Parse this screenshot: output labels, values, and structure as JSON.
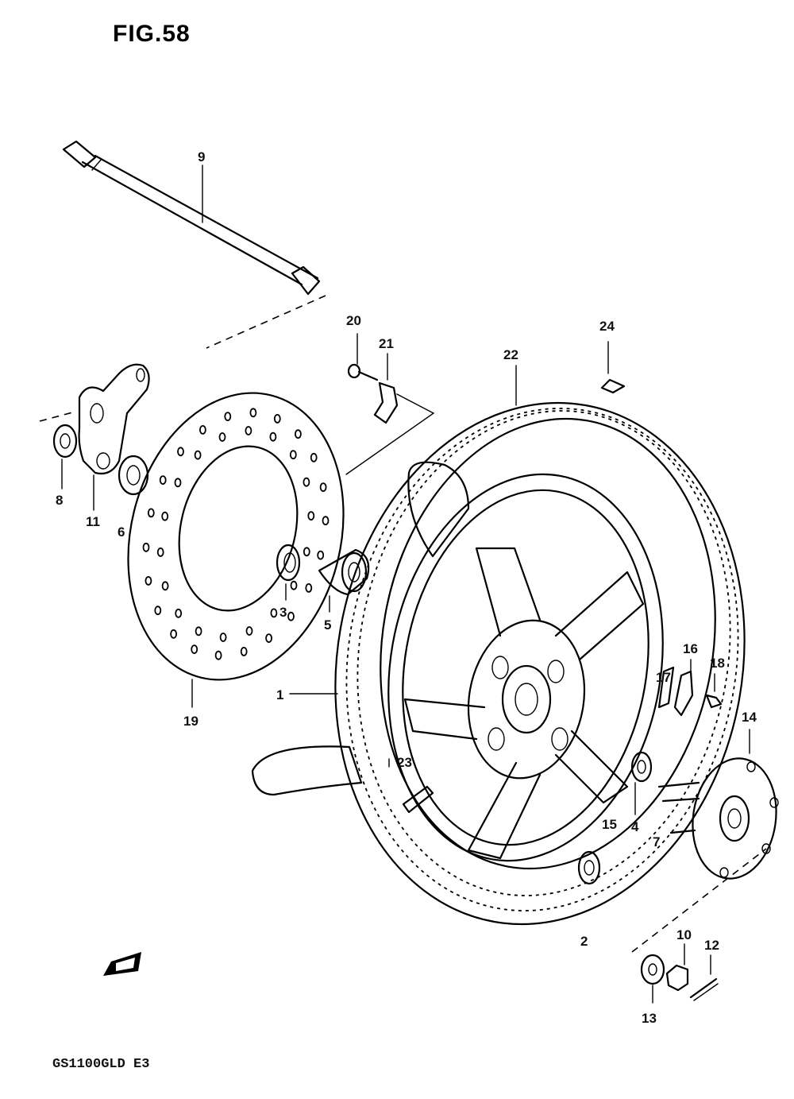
{
  "figure": {
    "title": "FIG.58",
    "model": "GS1100GLD E3"
  },
  "callouts": {
    "c1": "1",
    "c2": "2",
    "c3": "3",
    "c4": "4",
    "c5": "5",
    "c6": "6",
    "c7": "7",
    "c8": "8",
    "c9": "9",
    "c10": "10",
    "c11": "11",
    "c12": "12",
    "c13": "13",
    "c14": "14",
    "c15": "15",
    "c16": "16",
    "c17": "17",
    "c18": "18",
    "c19": "19",
    "c20": "20",
    "c21": "21",
    "c22": "22",
    "c23": "23",
    "c24": "24"
  },
  "icons": {
    "front_arrow": "fwd-arrow-icon"
  }
}
